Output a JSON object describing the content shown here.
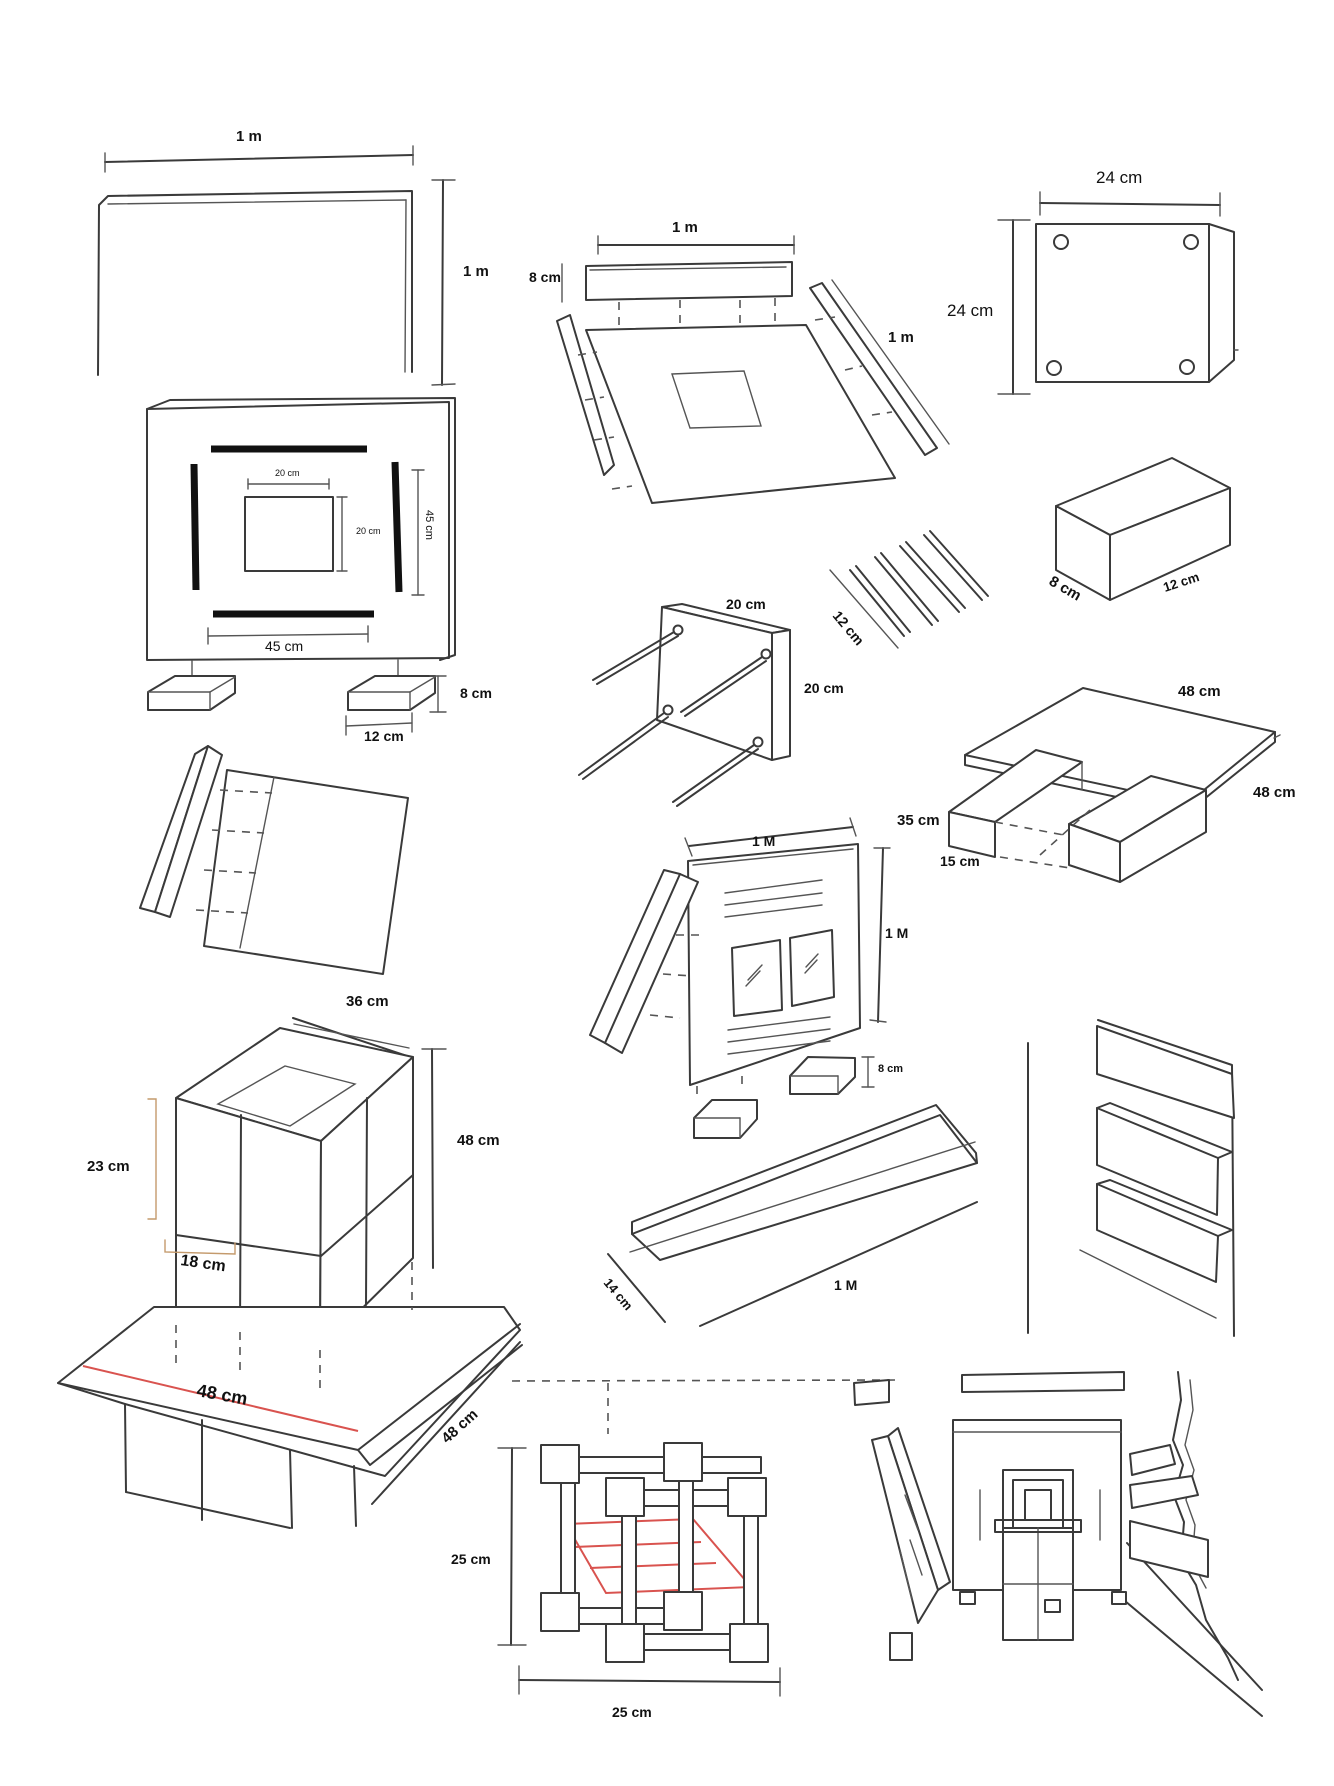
{
  "labels": {
    "frame_width": "1 m",
    "frame_height": "1 m",
    "tray_width": "1 m",
    "tray_strip_height": "8 cm",
    "tray_side_length": "1 m",
    "plate_width": "24 cm",
    "plate_height": "24 cm",
    "panel_inner_width": "20 cm",
    "panel_inner_height": "20 cm",
    "panel_outer_height": "45 cm",
    "panel_outer_width": "45 cm",
    "foot_height": "8 cm",
    "foot_length": "12 cm",
    "block_depth": "8 cm",
    "block_length": "12 cm",
    "rods_length": "12 cm",
    "box_width": "20 cm",
    "box_height": "20 cm",
    "table_width": "48 cm",
    "table_depth": "48 cm",
    "leg_height": "35 cm",
    "leg_width": "15 cm",
    "board_width": "1 M",
    "board_height": "1 M",
    "board_foot": "8 cm",
    "cube_top": "36 cm",
    "cube_height": "48 cm",
    "cube_half_height": "23 cm",
    "cube_half_width": "18 cm",
    "base_width": "48 cm",
    "base_depth": "48 cm",
    "shelf_depth": "14 cm",
    "shelf_length": "1 M",
    "grid_height": "25 cm",
    "grid_width": "25 cm"
  },
  "colors": {
    "line": "#3a3a3a",
    "text": "#111111",
    "accent": "#d9534f",
    "background": "#ffffff"
  }
}
